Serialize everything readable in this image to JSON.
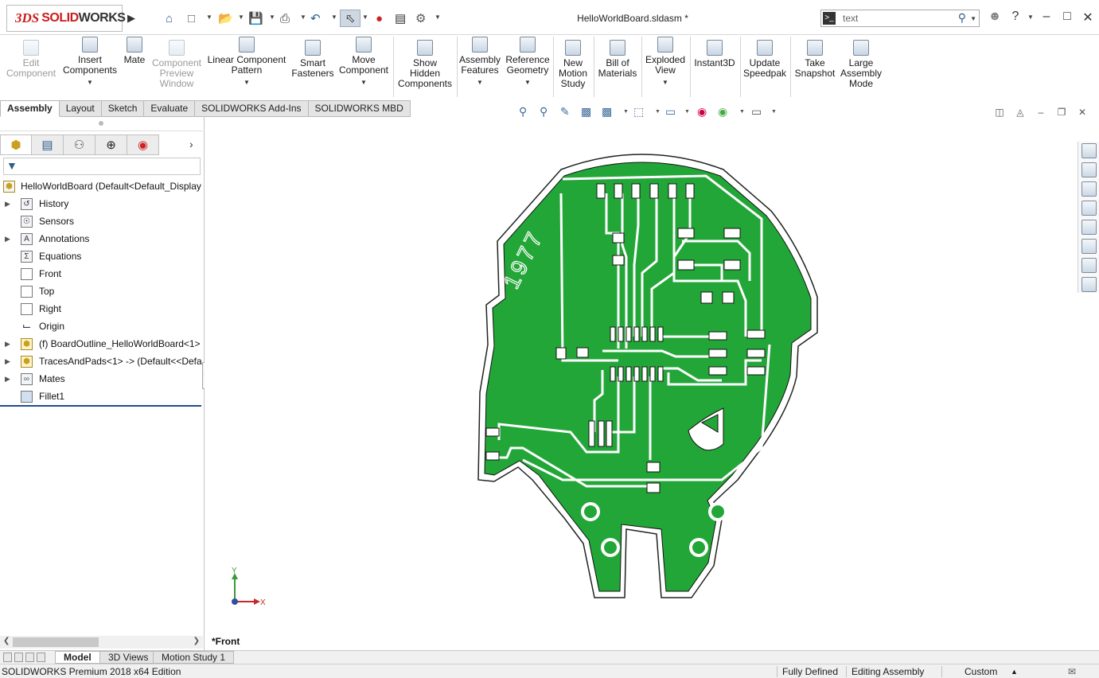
{
  "app": {
    "logo_ds": "3DS",
    "logo_solid": "SOLID",
    "logo_works": "WORKS",
    "document_title": "HelloWorldBoard.sldasm *"
  },
  "search": {
    "placeholder": "text"
  },
  "ribbon": {
    "buttons": [
      {
        "label": "Edit\nComponent",
        "enabled": false
      },
      {
        "label": "Insert\nComponents",
        "enabled": true
      },
      {
        "label": "Mate",
        "enabled": true
      },
      {
        "label": "Component\nPreview\nWindow",
        "enabled": false
      },
      {
        "label": "Linear Component\nPattern",
        "enabled": true
      },
      {
        "label": "Smart\nFasteners",
        "enabled": true
      },
      {
        "label": "Move\nComponent",
        "enabled": true
      },
      {
        "label": "Show\nHidden\nComponents",
        "enabled": true
      },
      {
        "label": "Assembly\nFeatures",
        "enabled": true
      },
      {
        "label": "Reference\nGeometry",
        "enabled": true
      },
      {
        "label": "New\nMotion\nStudy",
        "enabled": true
      },
      {
        "label": "Bill of\nMaterials",
        "enabled": true
      },
      {
        "label": "Exploded\nView",
        "enabled": true
      },
      {
        "label": "Instant3D",
        "enabled": true
      },
      {
        "label": "Update\nSpeedpak",
        "enabled": true
      },
      {
        "label": "Take\nSnapshot",
        "enabled": true
      },
      {
        "label": "Large\nAssembly\nMode",
        "enabled": true
      }
    ]
  },
  "command_tabs": [
    "Assembly",
    "Layout",
    "Sketch",
    "Evaluate",
    "SOLIDWORKS Add-Ins",
    "SOLIDWORKS MBD"
  ],
  "active_command_tab": "Assembly",
  "feature_tree": {
    "root": "HelloWorldBoard  (Default<Default_Display",
    "items": [
      {
        "label": "History",
        "expandable": true,
        "icon": "history-icon"
      },
      {
        "label": "Sensors",
        "expandable": false,
        "icon": "sensor-icon"
      },
      {
        "label": "Annotations",
        "expandable": true,
        "icon": "annotation-icon"
      },
      {
        "label": "Equations",
        "expandable": false,
        "icon": "equation-icon"
      },
      {
        "label": "Front",
        "expandable": false,
        "icon": "plane-icon"
      },
      {
        "label": "Top",
        "expandable": false,
        "icon": "plane-icon"
      },
      {
        "label": "Right",
        "expandable": false,
        "icon": "plane-icon"
      },
      {
        "label": "Origin",
        "expandable": false,
        "icon": "origin-icon"
      },
      {
        "label": "(f) BoardOutline_HelloWorldBoard<1>",
        "expandable": true,
        "icon": "part-icon"
      },
      {
        "label": "TracesAndPads<1> -> (Default<<Defa",
        "expandable": true,
        "icon": "part-icon"
      },
      {
        "label": "Mates",
        "expandable": true,
        "icon": "mates-icon"
      },
      {
        "label": "Fillet1",
        "expandable": false,
        "icon": "fillet-icon"
      }
    ]
  },
  "viewport": {
    "view_name": "*Front",
    "board_text": "1977",
    "axis_x": "X",
    "axis_y": "Y",
    "board_color": "#23a638"
  },
  "bottom_tabs": [
    "Model",
    "3D Views",
    "Motion Study 1"
  ],
  "active_bottom_tab": "Model",
  "status": {
    "edition": "SOLIDWORKS Premium 2018 x64 Edition",
    "state": "Fully Defined",
    "mode": "Editing Assembly",
    "units": "Custom"
  }
}
